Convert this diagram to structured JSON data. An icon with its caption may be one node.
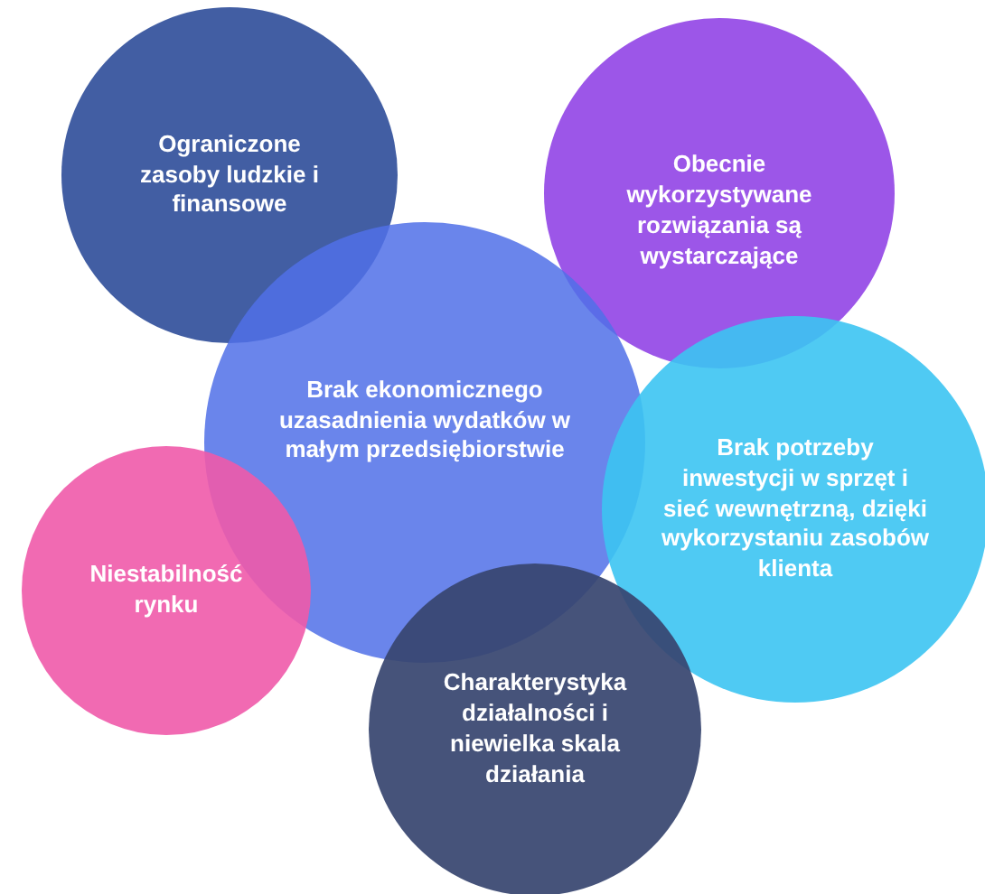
{
  "diagram": {
    "nodes": [
      {
        "text": [
          "Ograniczone zasoby ludzkie i finansowe"
        ]
      },
      {
        "text": [
          "Obecnie wykorzystywane rozwiązania są wystarczające"
        ]
      },
      {
        "text": [
          "Brak ekonomicznego uzasadnienia wydatków w małym przedsiębiorstwie"
        ]
      },
      {
        "text": [
          "Brak potrzeby inwestycji w sprzęt i sieć wewnętrzną, dzięki wykorzystaniu zasobów klienta"
        ]
      },
      {
        "text": [
          "Niestabilność rynku"
        ]
      },
      {
        "text": [
          "Charakterystyka działalności i niewielka skala działania"
        ]
      }
    ]
  }
}
